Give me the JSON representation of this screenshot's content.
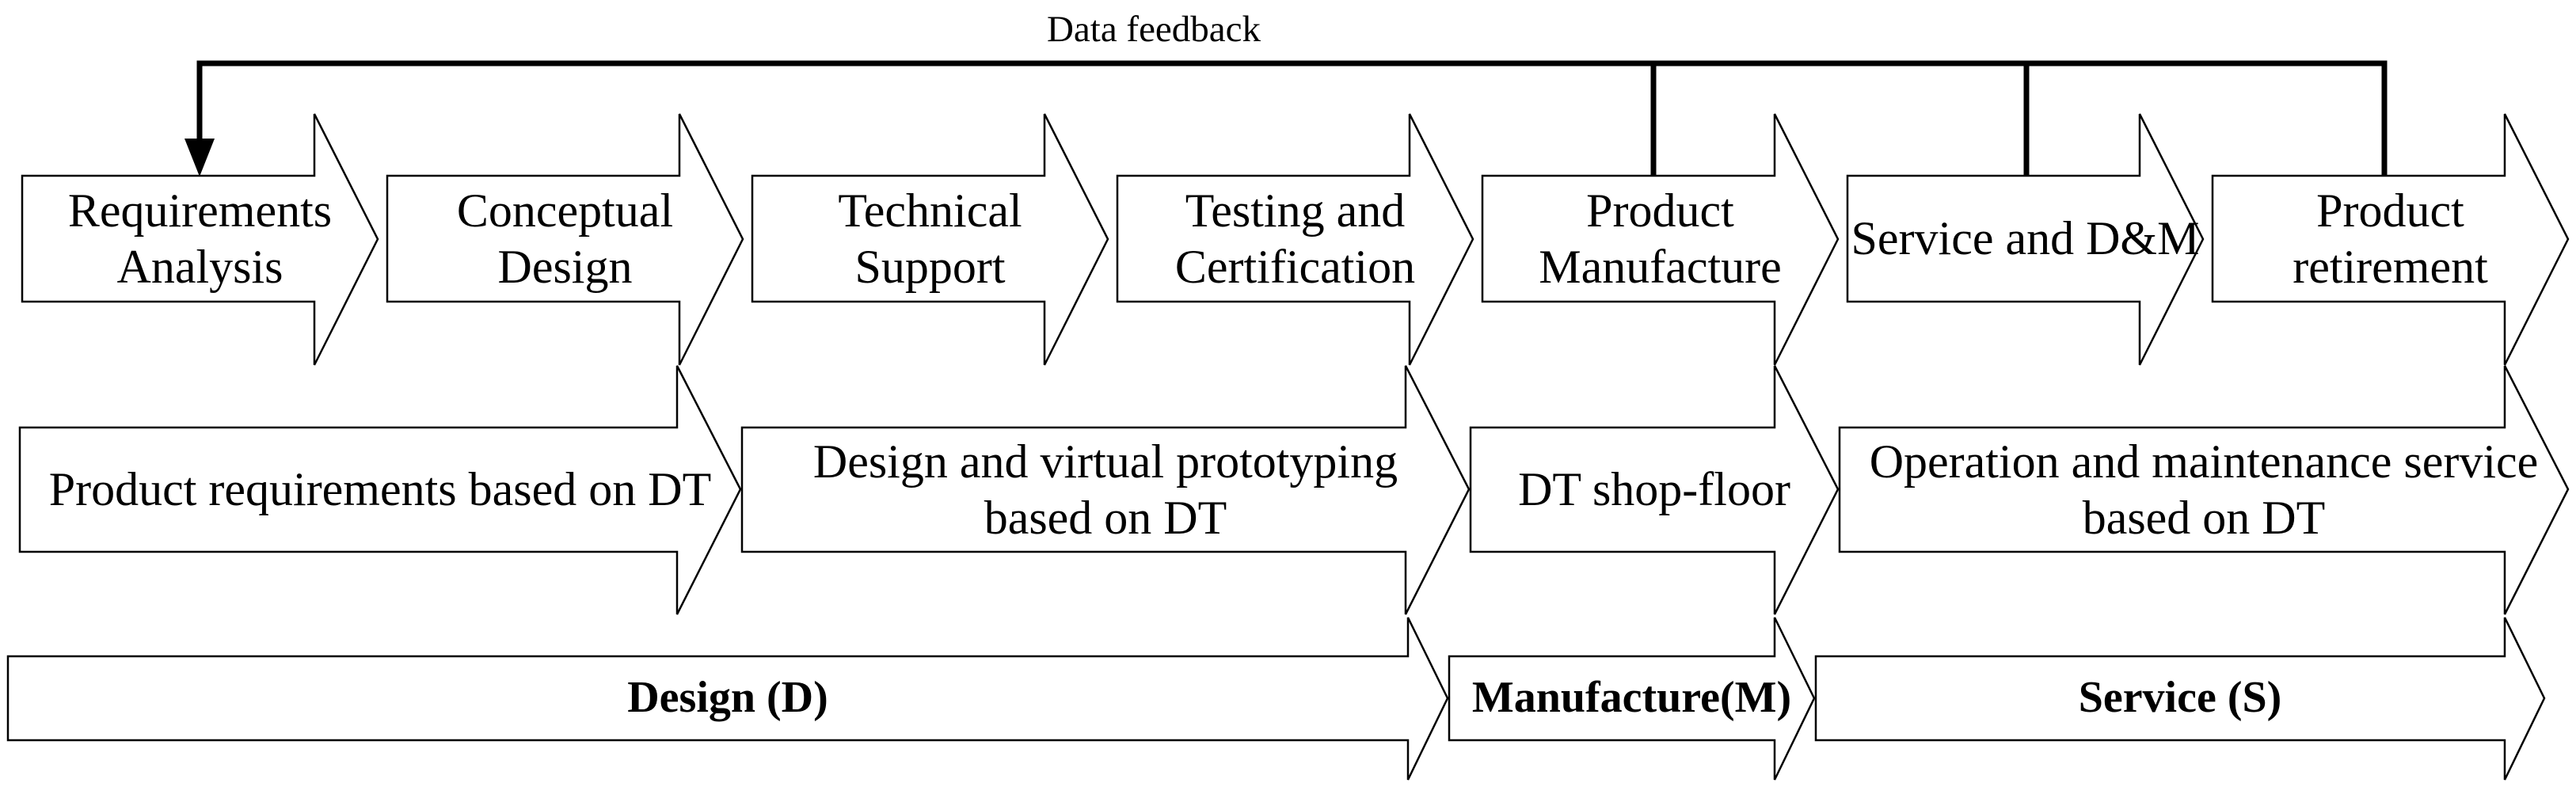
{
  "diagram": {
    "feedback": {
      "label": "Data feedback"
    },
    "stages": [
      {
        "label": "Requirements\nAnalysis"
      },
      {
        "label": "Conceptual\nDesign"
      },
      {
        "label": "Technical\nSupport"
      },
      {
        "label": "Testing and\nCertification"
      },
      {
        "label": "Product\nManufacture"
      },
      {
        "label": "Service and D&M"
      },
      {
        "label": "Product\nretirement"
      }
    ],
    "dt_services": [
      {
        "label": "Product requirements based on DT"
      },
      {
        "label": "Design and virtual prototyping\nbased on DT"
      },
      {
        "label": "DT shop-floor"
      },
      {
        "label": "Operation and maintenance service\nbased on DT"
      }
    ],
    "phases": [
      {
        "label": "Design (D)"
      },
      {
        "label": "Manufacture(M)"
      },
      {
        "label": "Service (S)"
      }
    ]
  },
  "colors": {
    "stroke": "#000000",
    "background": "#ffffff"
  }
}
